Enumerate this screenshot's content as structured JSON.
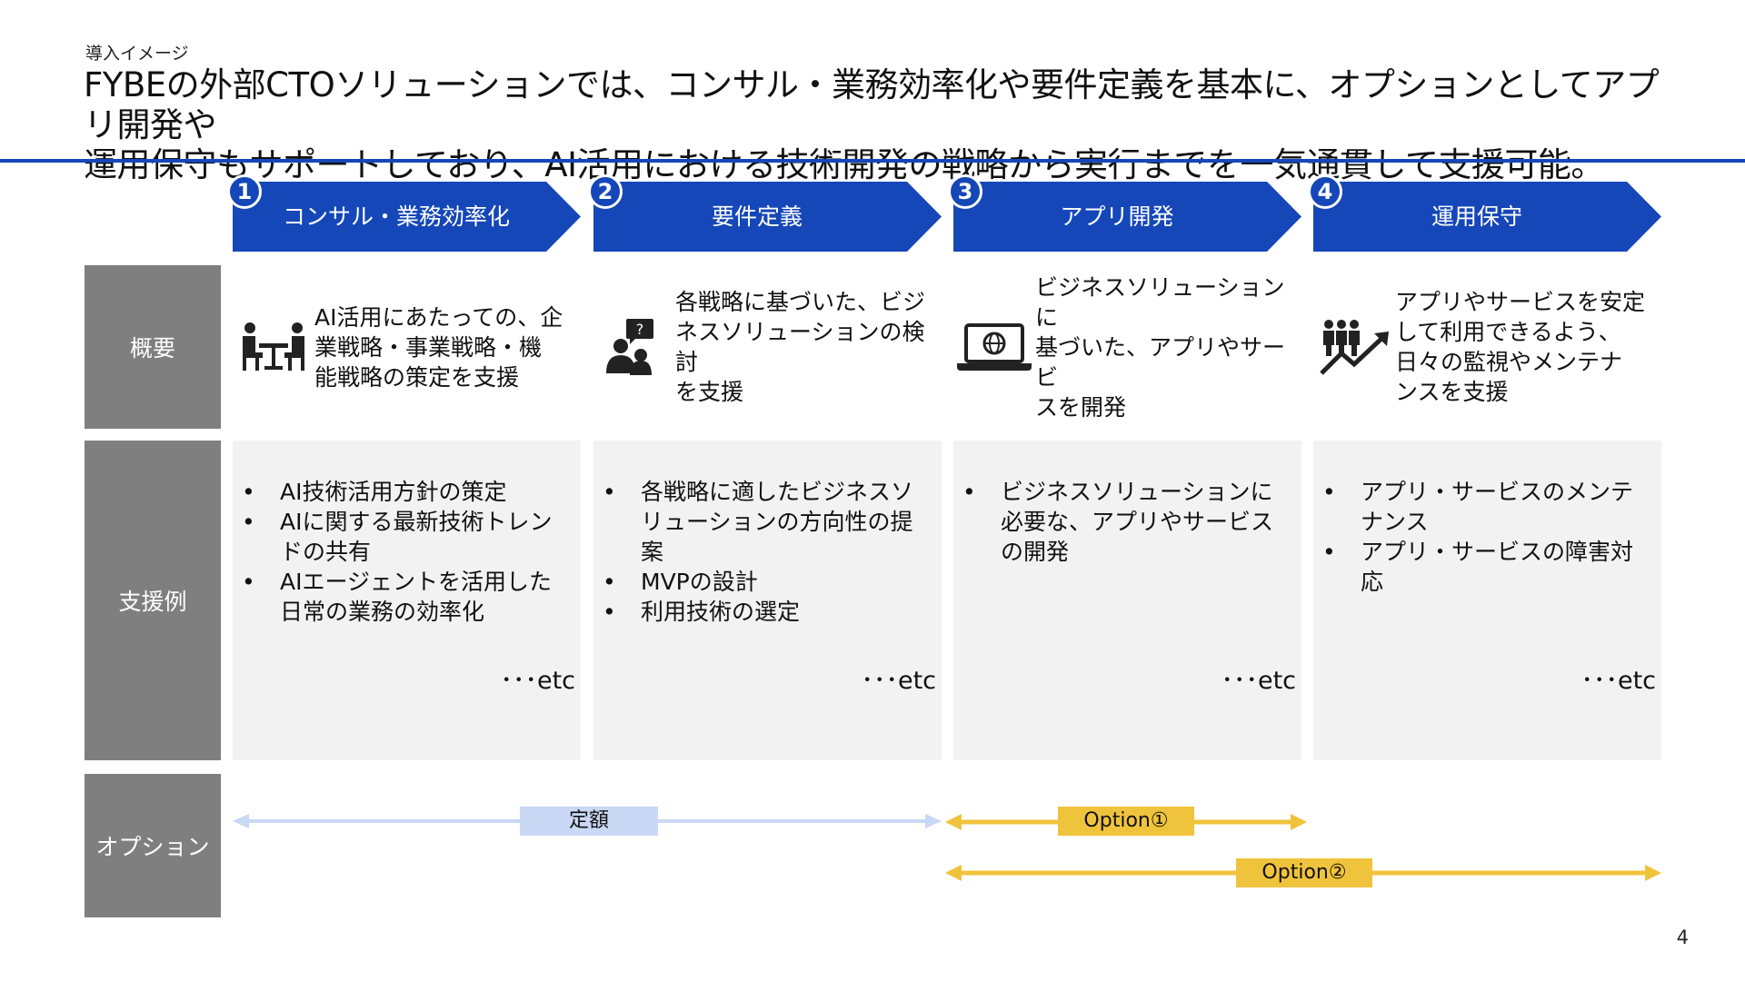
{
  "header": {
    "subtitle": "導入イメージ",
    "headline_line1": "FYBEの外部CTOソリューションでは、コンサル・業務効率化や要件定義を基本に、オプションとしてアプリ開発や",
    "headline_line2": "運用保守もサポートしており、AI活用における技術開発の戦略から実行までを一気通貫して支援可能。"
  },
  "colors": {
    "accent": "#1547b8",
    "row_header": "#7f7f7f",
    "cell_bg": "#f2f2f2",
    "fixed_fee": "#c9d8f5",
    "option": "#f0c33c"
  },
  "steps": [
    {
      "num": "1",
      "label": "コンサル・業務効率化"
    },
    {
      "num": "2",
      "label": "要件定義"
    },
    {
      "num": "3",
      "label": "アプリ開発"
    },
    {
      "num": "4",
      "label": "運用保守"
    }
  ],
  "rows": {
    "overview": "概要",
    "examples": "支援例",
    "options": "オプション"
  },
  "overview": [
    {
      "icon": "meeting-icon",
      "lines": [
        "AI活用にあたっての、企",
        "業戦略・事業戦略・機",
        "能戦略の策定を支援"
      ]
    },
    {
      "icon": "consultation-icon",
      "lines": [
        "各戦略に基づいた、ビジ",
        "ネスソリューションの検討",
        "を支援"
      ]
    },
    {
      "icon": "laptop-web-icon",
      "lines": [
        "ビジネスソリューションに",
        "基づいた、アプリやサービ",
        "スを開発"
      ]
    },
    {
      "icon": "growth-team-icon",
      "lines": [
        "アプリやサービスを安定",
        "して利用できるよう、",
        "日々の監視やメンテナ",
        "ンスを支援"
      ]
    }
  ],
  "examples": [
    {
      "items": [
        "AI技術活用方針の策定",
        "AIに関する最新技術トレンドの共有",
        "AIエージェントを活用した日常の業務の効率化"
      ],
      "etc": "･･･etc"
    },
    {
      "items": [
        "各戦略に適したビジネスソリューションの方向性の提案",
        "MVPの設計",
        "利用技術の選定"
      ],
      "etc": "･･･etc"
    },
    {
      "items": [
        "ビジネスソリューションに必要な、アプリやサービスの開発"
      ],
      "etc": "･･･etc"
    },
    {
      "items": [
        "アプリ・サービスのメンテナンス",
        "アプリ・サービスの障害対応"
      ],
      "etc": "･･･etc"
    }
  ],
  "options": {
    "fixed": "定額",
    "option1": "Option①",
    "option2": "Option②"
  },
  "page_number": "4"
}
